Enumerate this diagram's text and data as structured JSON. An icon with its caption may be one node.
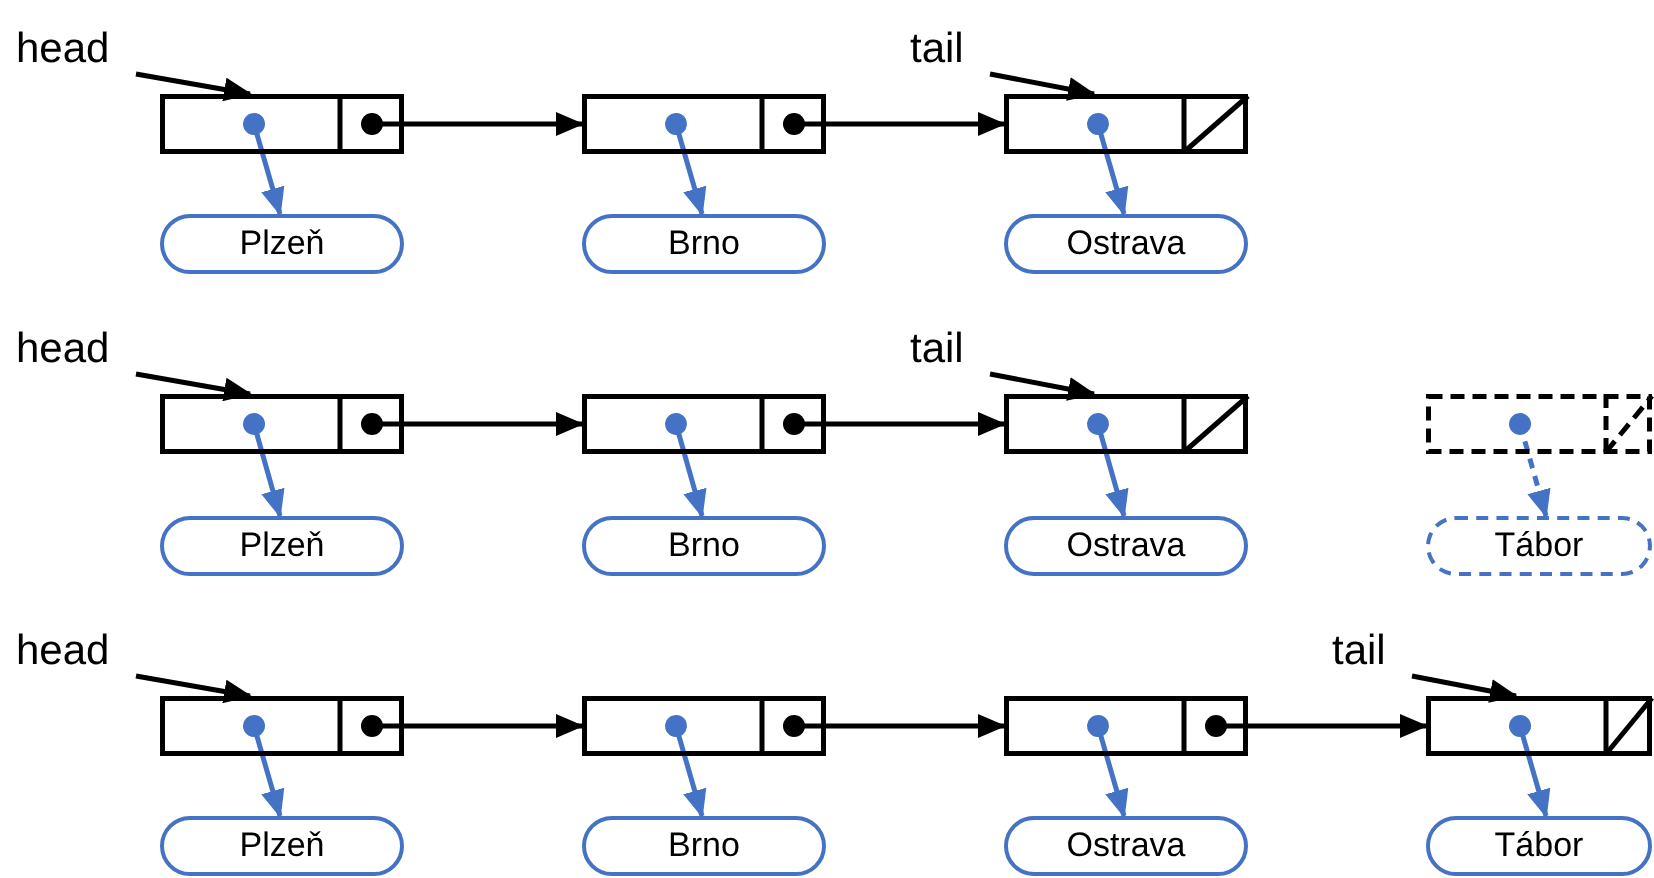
{
  "diagram": {
    "nodes": [
      {
        "text": [
          "head"
        ]
      },
      {
        "text": [
          "tail"
        ]
      },
      {
        "text": [],
        "shape": "box"
      },
      {
        "text": [],
        "shape": "box"
      },
      {
        "text": [],
        "shape": "box"
      },
      {
        "text": [
          "Plzeň"
        ]
      },
      {
        "text": [
          "Brno"
        ]
      },
      {
        "text": [
          "Ostrava"
        ]
      },
      {
        "text": [
          "head"
        ]
      },
      {
        "text": [
          "tail"
        ]
      },
      {
        "text": [],
        "shape": "box"
      },
      {
        "text": [],
        "shape": "box"
      },
      {
        "text": [],
        "shape": "box"
      },
      {
        "text": [],
        "shape": "box"
      },
      {
        "text": [
          "Plzeň"
        ]
      },
      {
        "text": [
          "Brno"
        ]
      },
      {
        "text": [
          "Ostrava"
        ]
      },
      {
        "text": [
          "Tábor"
        ]
      },
      {
        "text": [
          "head"
        ]
      },
      {
        "text": [
          "tail"
        ]
      },
      {
        "text": [],
        "shape": "box"
      },
      {
        "text": [],
        "shape": "box"
      },
      {
        "text": [],
        "shape": "box"
      },
      {
        "text": [],
        "shape": "box"
      },
      {
        "text": [
          "Plzeň"
        ]
      },
      {
        "text": [
          "Brno"
        ]
      },
      {
        "text": [
          "Ostrava"
        ]
      },
      {
        "text": [
          "Tábor"
        ]
      }
    ],
    "edges": [
      {
        "from": 0,
        "to": 2,
        "arrow": "to"
      },
      {
        "from": 1,
        "to": 4,
        "arrow": "to"
      },
      {
        "from": 2,
        "to": 3,
        "arrow": "to"
      },
      {
        "from": 3,
        "to": 4,
        "arrow": "to"
      },
      {
        "from": 2,
        "to": 5,
        "arrow": "to",
        "color": "#4472c4"
      },
      {
        "from": 3,
        "to": 6,
        "arrow": "to",
        "color": "#4472c4"
      },
      {
        "from": 4,
        "to": 7,
        "arrow": "to",
        "color": "#4472c4"
      },
      {
        "from": 8,
        "to": 10,
        "arrow": "to"
      },
      {
        "from": 9,
        "to": 12,
        "arrow": "to"
      },
      {
        "from": 10,
        "to": 11,
        "arrow": "to"
      },
      {
        "from": 11,
        "to": 12,
        "arrow": "to"
      },
      {
        "from": 10,
        "to": 14,
        "arrow": "to",
        "color": "#4472c4"
      },
      {
        "from": 11,
        "to": 15,
        "arrow": "to",
        "color": "#4472c4"
      },
      {
        "from": 12,
        "to": 16,
        "arrow": "to",
        "color": "#4472c4"
      },
      {
        "from": 13,
        "to": 17,
        "arrow": "to",
        "style": "dashed",
        "color": "#4472c4"
      },
      {
        "from": 18,
        "to": 20,
        "arrow": "to"
      },
      {
        "from": 19,
        "to": 23,
        "arrow": "to"
      },
      {
        "from": 20,
        "to": 21,
        "arrow": "to"
      },
      {
        "from": 21,
        "to": 22,
        "arrow": "to"
      },
      {
        "from": 22,
        "to": 23,
        "arrow": "to"
      },
      {
        "from": 20,
        "to": 24,
        "arrow": "to",
        "color": "#4472c4"
      },
      {
        "from": 21,
        "to": 25,
        "arrow": "to",
        "color": "#4472c4"
      },
      {
        "from": 22,
        "to": 26,
        "arrow": "to",
        "color": "#4472c4"
      },
      {
        "from": 23,
        "to": 27,
        "arrow": "to",
        "color": "#4472c4"
      }
    ]
  }
}
